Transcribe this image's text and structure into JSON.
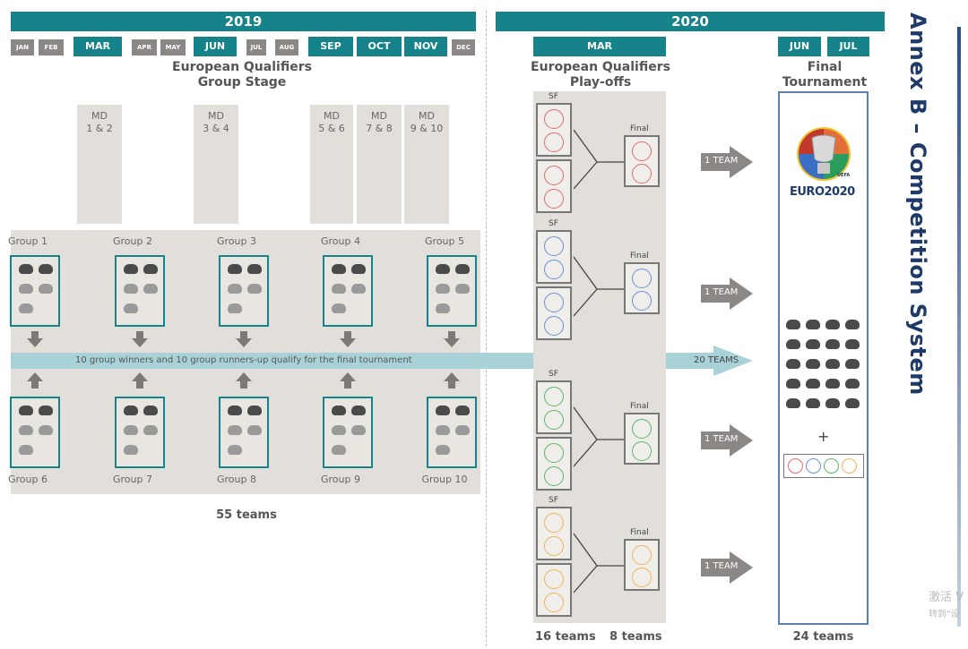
{
  "header": {
    "year_2019": "2019",
    "year_2020": "2020",
    "months_2019": [
      "JAN",
      "FEB",
      "MAR",
      "APR",
      "MAY",
      "JUN",
      "JUL",
      "AUG",
      "SEP",
      "OCT",
      "NOV",
      "DEC"
    ],
    "months_2020_mar": "MAR",
    "months_2020_jun": "JUN",
    "months_2020_jul": "JUL"
  },
  "group_stage": {
    "title_line1": "European Qualifiers",
    "title_line2": "Group Stage",
    "matchdays": [
      {
        "line1": "MD",
        "line2": "1 & 2"
      },
      {
        "line1": "MD",
        "line2": "3 & 4"
      },
      {
        "line1": "MD",
        "line2": "5 & 6"
      },
      {
        "line1": "MD",
        "line2": "7 & 8"
      },
      {
        "line1": "MD",
        "line2": "9 & 10"
      }
    ],
    "groups_top": [
      "Group 1",
      "Group 2",
      "Group 3",
      "Group 4",
      "Group 5"
    ],
    "groups_bottom": [
      "Group 6",
      "Group 7",
      "Group 8",
      "Group 9",
      "Group 10"
    ],
    "qualify_text": "10 group winners and 10 group runners-up qualify for the final tournament",
    "teams_count": "55 teams",
    "icon": "jersey-icon"
  },
  "playoffs": {
    "title_line1": "European Qualifiers",
    "title_line2": "Play-offs",
    "sf_label": "SF",
    "final_label": "Final",
    "paths": [
      {
        "color": "#e06b6b"
      },
      {
        "color": "#6b8fd6"
      },
      {
        "color": "#5bb56a"
      },
      {
        "color": "#f0b458"
      }
    ],
    "team_arrow": "1 TEAM",
    "total_arrow": "20 TEAMS",
    "teams_16": "16 teams",
    "teams_8": "8 teams"
  },
  "final_tournament": {
    "title_line1": "Final",
    "title_line2": "Tournament",
    "logo_text": "EURO2020",
    "logo_small": "UEFA",
    "plus": "+",
    "teams_count": "24 teams"
  },
  "side_title": "Annex B – Competition System",
  "watermark": {
    "line1": "激活 V",
    "line2": "转到\"设"
  },
  "colors": {
    "teal": "#16828a",
    "grey_panel": "#e2dfdb",
    "navy": "#1e3a68"
  }
}
